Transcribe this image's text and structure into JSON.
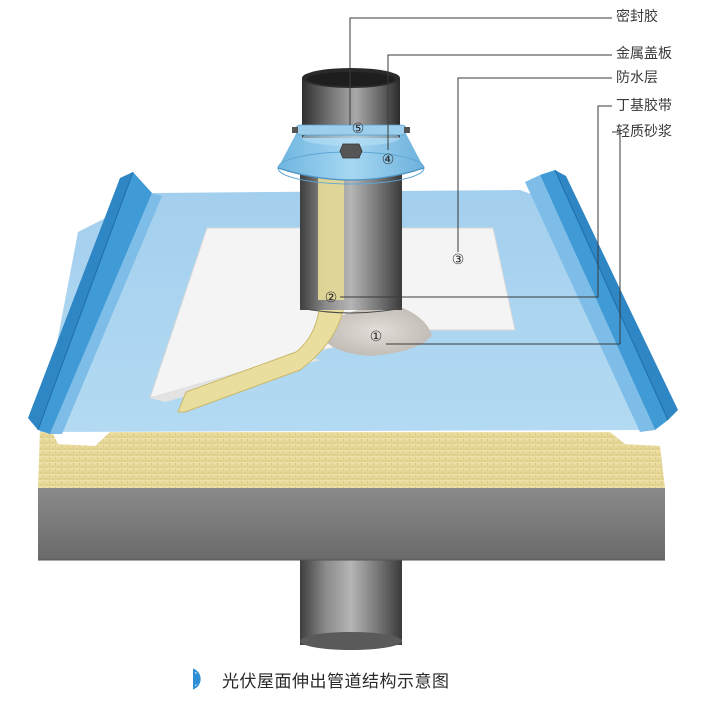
{
  "legend": [
    {
      "marker": "⑤",
      "label": "密封胶"
    },
    {
      "marker": "④",
      "label": "金属盖板"
    },
    {
      "marker": "③",
      "label": "防水层"
    },
    {
      "marker": "②",
      "label": "丁基胶带"
    },
    {
      "marker": "①",
      "label": "轻质砂浆"
    }
  ],
  "caption": "光伏屋面伸出管道结构示意图",
  "colors": {
    "roof_blue": "#a9d3ee",
    "rib_blue": "#3f9ad6",
    "insulation": "#e8d89c",
    "deck": "#7a7a7a",
    "membrane": "#f2f2f2",
    "butyl_tape": "#e8dd9e",
    "mortar": "#cfcac5",
    "cap": "#8ec9ea",
    "pipe": "#6e6e6e",
    "caption_icon": "#2e8fd6"
  }
}
